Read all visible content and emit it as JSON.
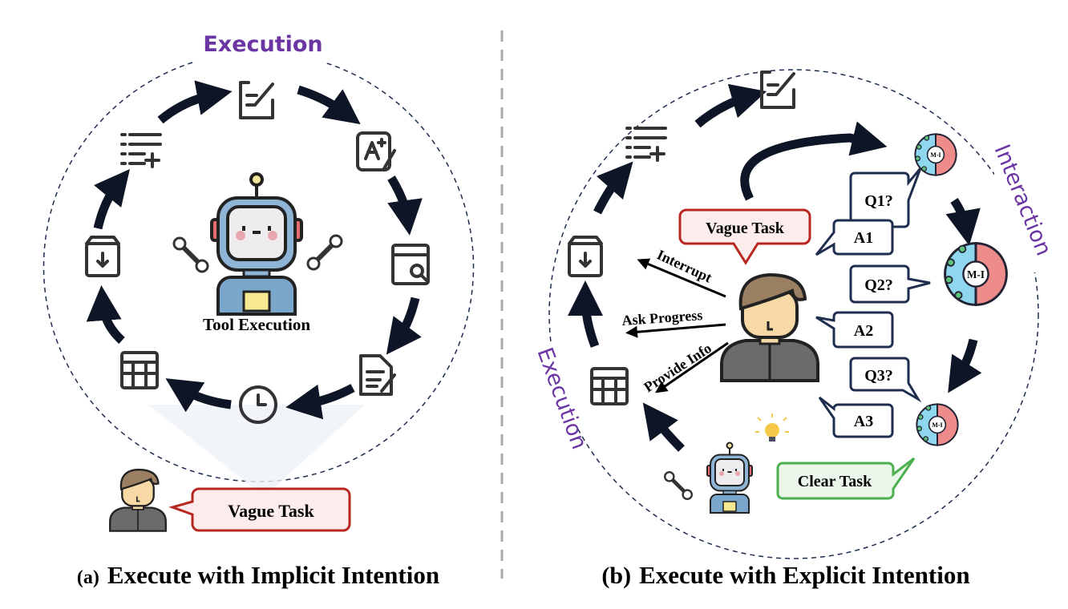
{
  "left_panel": {
    "section_label": "Execution",
    "center_label": "Tool Execution",
    "user_bubble": "Vague Task",
    "caption_prefix": "(a)",
    "caption": "Execute with Implicit Intention",
    "icons": [
      "edit-document-icon",
      "grade-a-plus-icon",
      "browser-search-icon",
      "document-pen-icon",
      "clock-icon",
      "table-icon",
      "box-download-icon",
      "list-add-icon",
      "robot-icon",
      "wrench-icon",
      "user-avatar-icon"
    ]
  },
  "right_panel": {
    "execution_label": "Execution",
    "interaction_label": "Interaction",
    "user_bubble": "Vague Task",
    "actions": [
      "Interrupt",
      "Ask Progress",
      "Provide Info"
    ],
    "questions": [
      "Q1?",
      "Q2?",
      "Q3?"
    ],
    "answers": [
      "A1",
      "A2",
      "A3"
    ],
    "brain_label": "M-I",
    "result_bubble": "Clear Task",
    "caption_prefix": "(b)",
    "caption": "Execute with Explicit Intention"
  },
  "colors": {
    "purple": "#6b35a3",
    "vague_border": "#b7271f",
    "vague_fill": "#fdecec",
    "clear_border": "#4caf50",
    "clear_fill": "#eaf7ea",
    "qa_border": "#1f2d4f",
    "arrow": "#0d1526"
  }
}
